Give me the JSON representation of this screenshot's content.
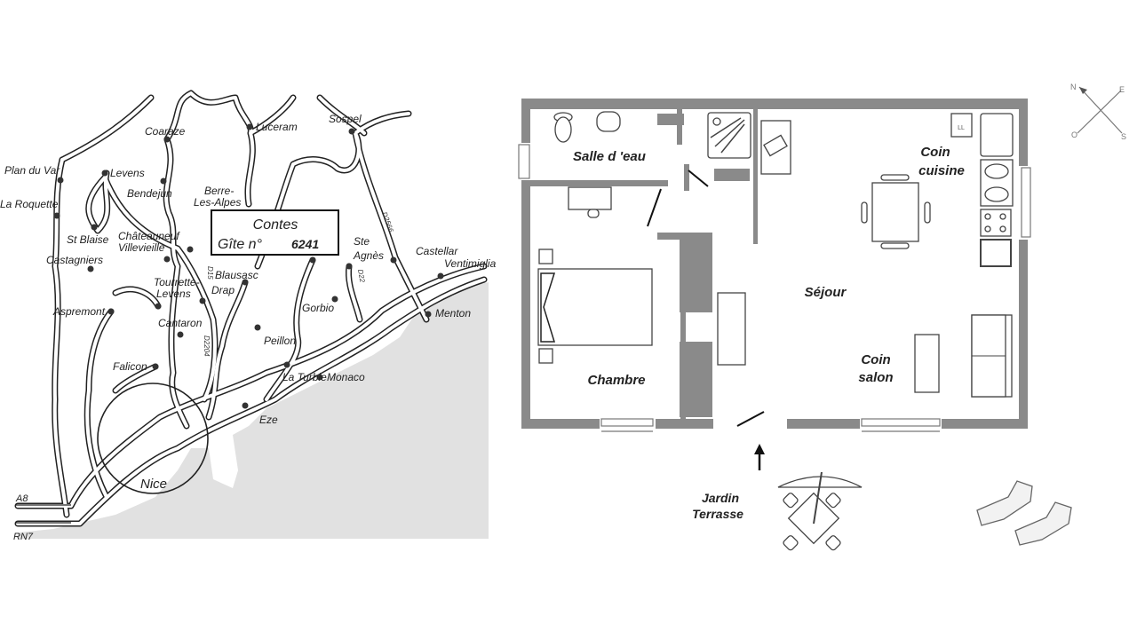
{
  "map": {
    "box": {
      "title": "Contes",
      "subtitle": "Gîte n°",
      "number": "6241"
    },
    "towns": [
      "Coaraze",
      "Luceram",
      "Sospel",
      "Plan du Var",
      "Levens",
      "Bendejun",
      "Berre-",
      "Les-Alpes",
      "La Roquette",
      "St Blaise",
      "Châteauneuf",
      "Villevieille",
      "Castagniers",
      "Ste",
      "Agnès",
      "Castellar",
      "Ventimiglia",
      "Blausasc",
      "Tourrette-",
      "Levens",
      "Drap",
      "Aspremont",
      "Gorbio",
      "Menton",
      "Cantaron",
      "Peillon",
      "Falicon",
      "La Turbie",
      "Monaco",
      "Eze",
      "Nice"
    ],
    "roads": [
      "A8",
      "RN7",
      "D15",
      "D2204",
      "D2566",
      "D22"
    ]
  },
  "plan": {
    "rooms": [
      "Salle d 'eau",
      "Coin",
      "cuisine",
      "Séjour",
      "Chambre",
      "Coin",
      "salon"
    ],
    "garden": [
      "Jardin",
      "Terrasse"
    ],
    "fridge_mark": "LL"
  },
  "compass": {
    "n": "N",
    "e": "E",
    "s": "S",
    "o": "O"
  },
  "colors": {
    "sea": "#e1e1e1",
    "wall": "#8a8a8a",
    "ink": "#222222"
  }
}
